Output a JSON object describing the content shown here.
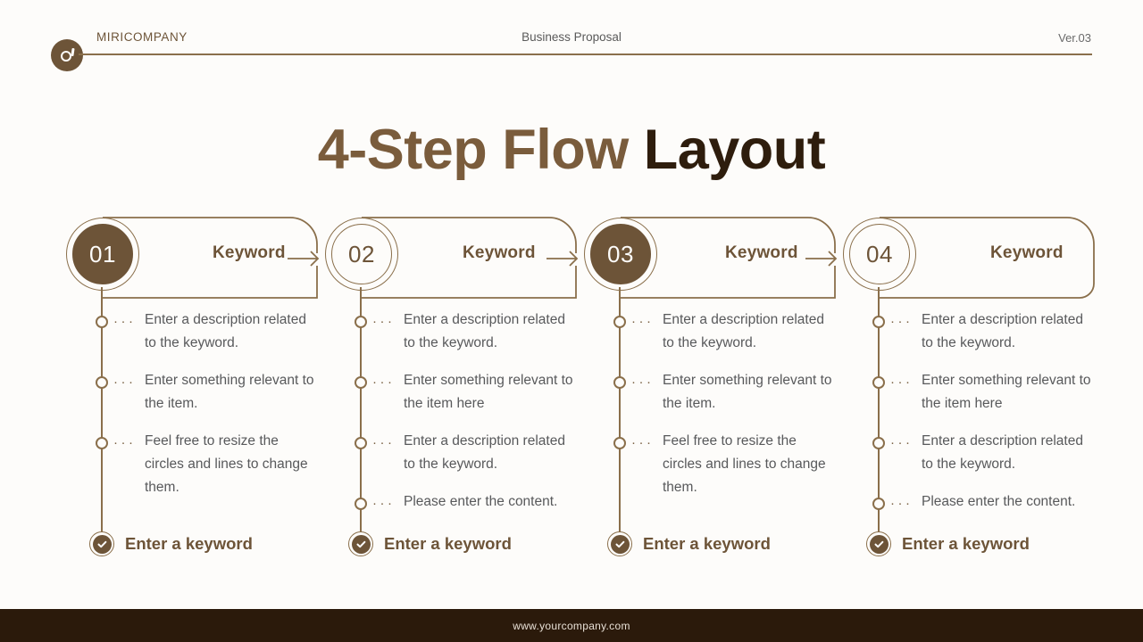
{
  "header": {
    "brand": "MIRICOMPANY",
    "doc_title": "Business Proposal",
    "version": "Ver.03",
    "logo_icon": "company-mark-icon"
  },
  "title": {
    "light_part": "4-Step Flow ",
    "dark_part": "Layout"
  },
  "colors": {
    "accent_brown": "#6d5438",
    "line_brown": "#8a6f4b",
    "title_light": "#7a5c3c",
    "title_dark": "#2e1d0d",
    "body_text": "#58595b",
    "background": "#fdfcfa",
    "footer_bar": "#2b1a0b"
  },
  "columns": [
    {
      "number": "01",
      "number_style": "filled",
      "keyword": "Keyword",
      "has_arrow": true,
      "bullets": [
        "Enter a description related to the keyword.",
        "Enter something relevant to the item.",
        "Feel free to resize the circles and lines to change them."
      ],
      "footer_label": "Enter a keyword"
    },
    {
      "number": "02",
      "number_style": "outline",
      "keyword": "Keyword",
      "has_arrow": true,
      "bullets": [
        "Enter a description related to the keyword.",
        "Enter something relevant to the item here",
        "Enter a description related to the keyword.",
        "Please enter the content."
      ],
      "footer_label": "Enter a keyword"
    },
    {
      "number": "03",
      "number_style": "filled",
      "keyword": "Keyword",
      "has_arrow": true,
      "bullets": [
        "Enter a description related to the keyword.",
        "Enter something relevant to the item.",
        "Feel free to resize the circles and lines to change them."
      ],
      "footer_label": "Enter a keyword"
    },
    {
      "number": "04",
      "number_style": "outline",
      "keyword": "Keyword",
      "has_arrow": false,
      "bullets": [
        "Enter a description related to the keyword.",
        "Enter something relevant to the item here",
        "Enter a description related to the keyword.",
        "Please enter the content."
      ],
      "footer_label": "Enter a keyword"
    }
  ],
  "footer": {
    "url": "www.yourcompany.com"
  }
}
